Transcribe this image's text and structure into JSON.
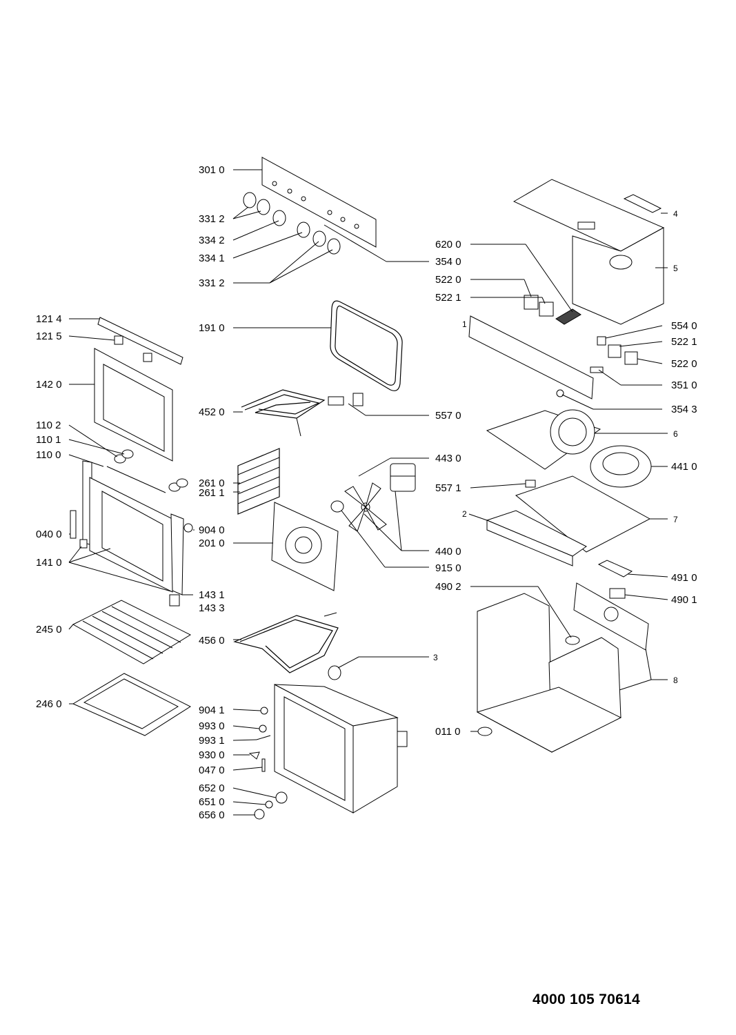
{
  "document_number": "4000 105 70614",
  "callouts": {
    "c301_0": "301 0",
    "c331_2a": "331 2",
    "c334_2": "334 2",
    "c334_1": "334 1",
    "c331_2b": "331 2",
    "c354_0": "354 0",
    "c191_0": "191 0",
    "c452_0": "452 0",
    "c557_0": "557 0",
    "c261_0": "261 0",
    "c261_1": "261 1",
    "c443_0": "443 0",
    "c201_0": "201 0",
    "c440_0": "440 0",
    "c915_0": "915 0",
    "c456_0": "456 0",
    "c3": "3",
    "c904_1": "904 1",
    "c993_0": "993 0",
    "c993_1": "993 1",
    "c930_0": "930 0",
    "c047_0": "047 0",
    "c652_0": "652 0",
    "c651_0": "651 0",
    "c656_0": "656 0",
    "c121_4": "121 4",
    "c121_5": "121 5",
    "c142_0": "142 0",
    "c110_2": "110 2",
    "c110_1": "110 1",
    "c110_0": "110 0",
    "c040_0": "040 0",
    "c141_0": "141 0",
    "c904_0": "904 0",
    "c143_1": "143 1",
    "c143_3": "143 3",
    "c245_0": "245 0",
    "c246_0": "246 0",
    "c4": "4",
    "c5": "5",
    "c620_0": "620 0",
    "c522_0a": "522 0",
    "c522_1a": "522 1",
    "c1": "1",
    "c554_0": "554 0",
    "c522_1b": "522 1",
    "c522_0b": "522 0",
    "c351_0": "351 0",
    "c354_3": "354 3",
    "c6": "6",
    "c441_0": "441 0",
    "c557_1": "557 1",
    "c2": "2",
    "c7": "7",
    "c491_0": "491 0",
    "c490_2": "490 2",
    "c490_1": "490 1",
    "c8": "8",
    "c011_0": "011 0"
  }
}
